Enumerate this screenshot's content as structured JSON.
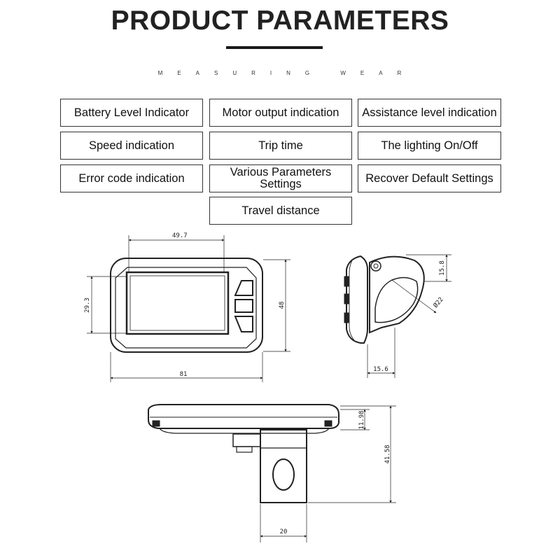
{
  "header": {
    "title": "PRODUCT PARAMETERS",
    "subtitle": "MEASURING WEAR"
  },
  "features": [
    "Battery Level Indicator",
    "Motor output indication",
    "Assistance level indication",
    "Speed indication",
    "Trip time",
    "The lighting On/Off",
    "Error code indication",
    "Various Parameters\nSettings",
    "Recover Default Settings",
    "Travel distance"
  ],
  "dimensions": {
    "front_screen_width": "49.7",
    "front_screen_height": "29.3",
    "front_total_height": "48",
    "front_total_width": "81",
    "side_top_offset": "15.8",
    "side_clamp_diameter": "Ø22",
    "side_depth": "15.6",
    "bottom_plate_thickness": "11.98",
    "bottom_total_height": "41.58",
    "bottom_clamp_width": "20"
  }
}
